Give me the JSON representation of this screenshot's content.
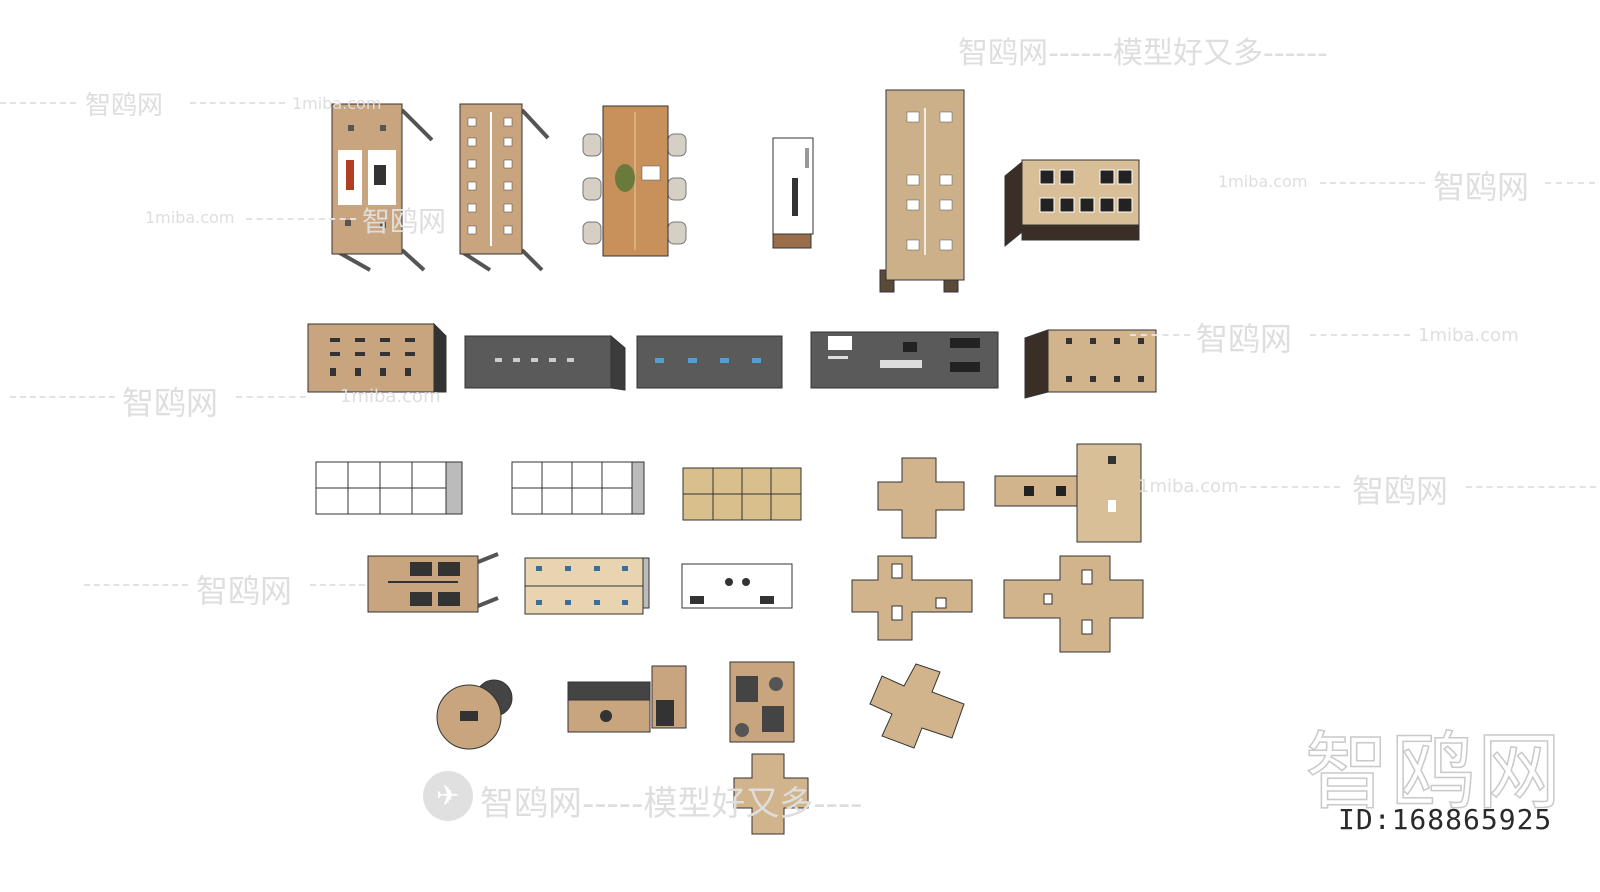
{
  "watermark": {
    "site_name": "智鸥网",
    "slogan": "智鸥网-----模型好又多----",
    "slogan_top": "智鸥网------模型好又多------",
    "domain": "1miba.com",
    "id_label": "ID:168865925",
    "big_logo": "智鸥网"
  },
  "colors": {
    "wood": "#c8a57e",
    "wood_dark": "#a88560",
    "light_wood": "#e8d4b0",
    "beige": "#d9bf8c",
    "charcoal": "#5a5a5a",
    "leg": "#555555",
    "white_panel": "#ffffff",
    "outline": "#333333",
    "chair": "#d6cfc4",
    "watermark": "#dedede"
  },
  "icons": {
    "round_logo": "wrench-bird-logo-icon"
  }
}
